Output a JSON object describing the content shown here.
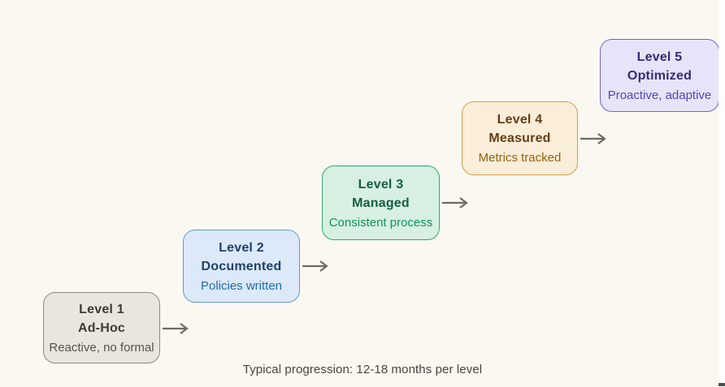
{
  "canvas": {
    "background": "#faf8f1",
    "caption": "Typical progression: 12-18 months per level",
    "arrow_color": "#6e6b66"
  },
  "levels": [
    {
      "title": "Level 1",
      "name": "Ad-Hoc",
      "subtitle": "Reactive, no formal",
      "fill": "#e9e6df",
      "border": "#8b897e",
      "title_color": "#3e3b36",
      "subtitle_color": "#56534d"
    },
    {
      "title": "Level 2",
      "name": "Documented",
      "subtitle": "Policies written",
      "fill": "#dce9f9",
      "border": "#6497d1",
      "title_color": "#21406b",
      "subtitle_color": "#1d6ab9"
    },
    {
      "title": "Level 3",
      "name": "Managed",
      "subtitle": "Consistent process",
      "fill": "#d7f0e2",
      "border": "#37a471",
      "title_color": "#15603e",
      "subtitle_color": "#12925a"
    },
    {
      "title": "Level 4",
      "name": "Measured",
      "subtitle": "Metrics tracked",
      "fill": "#faeeda",
      "border": "#d79b43",
      "title_color": "#653d13",
      "subtitle_color": "#96600d"
    },
    {
      "title": "Level 5",
      "name": "Optimized",
      "subtitle": "Proactive, adaptive",
      "fill": "#e6e4f9",
      "border": "#7266cf",
      "title_color": "#332b7a",
      "subtitle_color": "#5146bf"
    }
  ]
}
